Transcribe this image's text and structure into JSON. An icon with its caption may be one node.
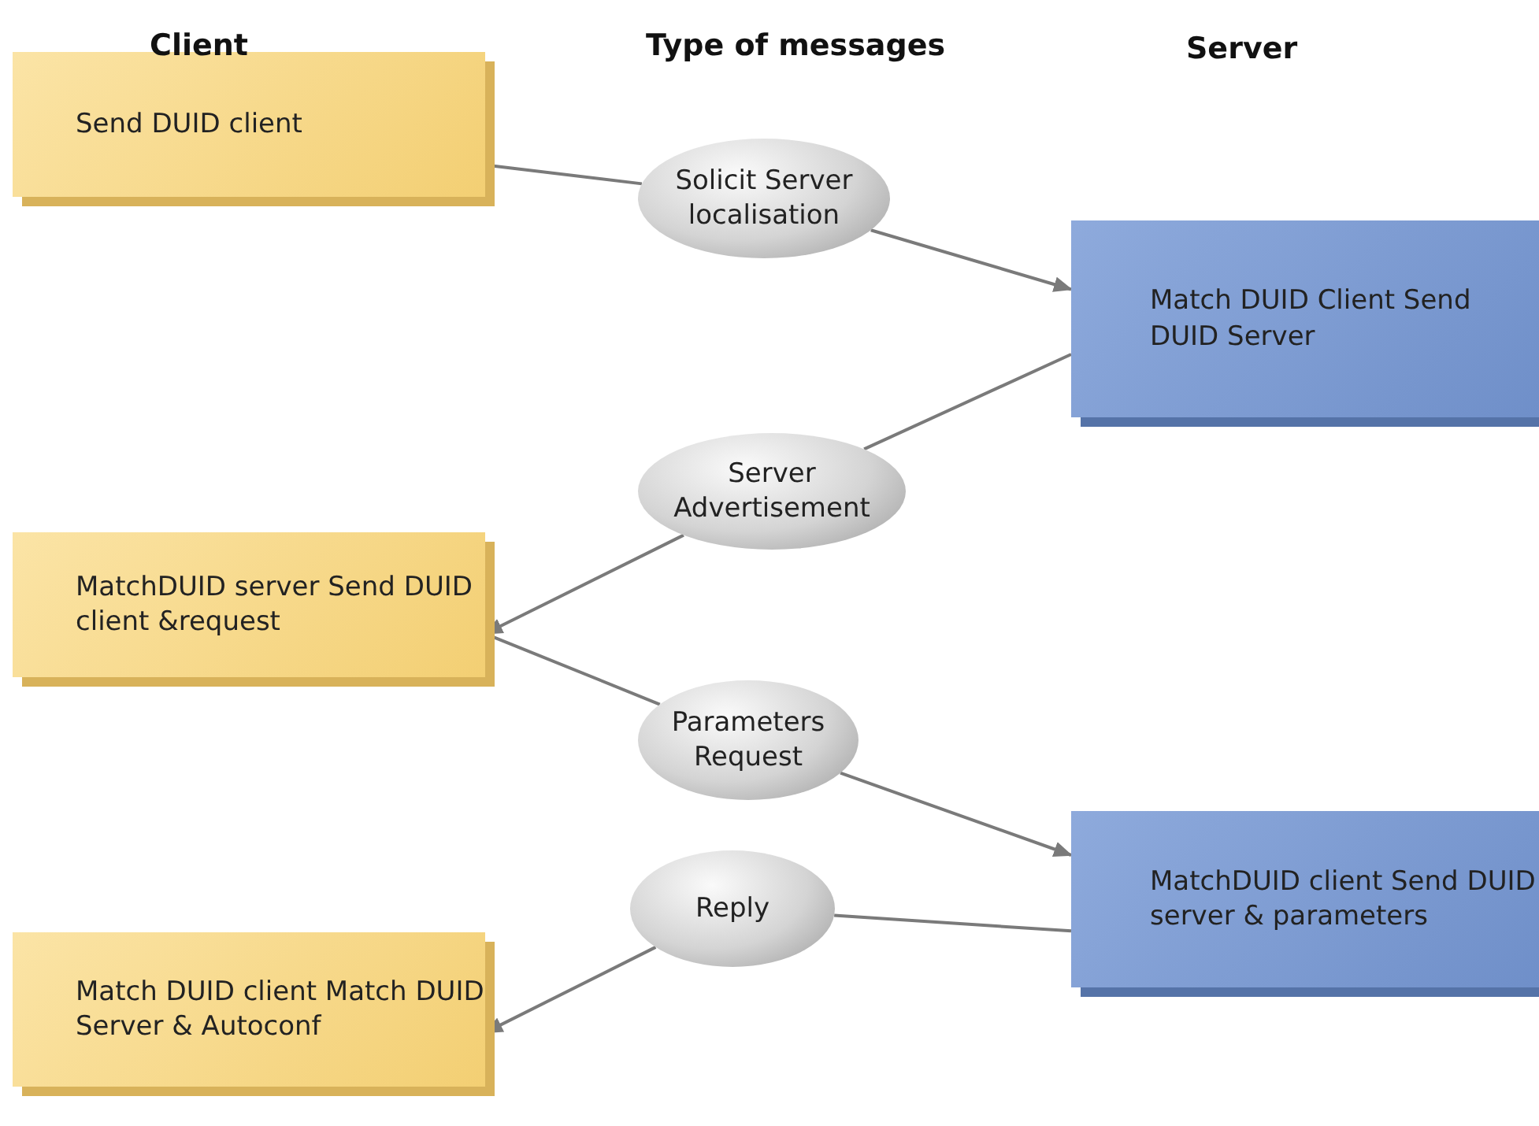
{
  "diagram": {
    "nodes": [
      {
        "text": [
          "Send DUID client"
        ]
      },
      {
        "text": [
          "Solicit Server localisation"
        ]
      },
      {
        "text": [
          "Match DUID Client Send DUID Server"
        ]
      },
      {
        "text": [
          "Server Advertisement"
        ]
      },
      {
        "text": [
          "MatchDUID server Send DUID client &request"
        ]
      },
      {
        "text": [
          "Parameters Request"
        ]
      },
      {
        "text": [
          "MatchDUID client Send DUID server & parameters"
        ]
      },
      {
        "text": [
          "Reply"
        ]
      },
      {
        "text": [
          "Match DUID client Match DUID Server & Autoconf"
        ]
      }
    ],
    "edges": [
      {
        "from": 0,
        "to": 1,
        "arrow": "none"
      },
      {
        "from": 1,
        "to": 2,
        "arrow": "to"
      },
      {
        "from": 2,
        "to": 3,
        "arrow": "none"
      },
      {
        "from": 3,
        "to": 4,
        "arrow": "to"
      },
      {
        "from": 4,
        "to": 5,
        "arrow": "none"
      },
      {
        "from": 5,
        "to": 6,
        "arrow": "to"
      },
      {
        "from": 6,
        "to": 7,
        "arrow": "none"
      },
      {
        "from": 7,
        "to": 8,
        "arrow": "to"
      }
    ],
    "labels": [
      "Client",
      "Type of messages",
      "Server"
    ]
  }
}
